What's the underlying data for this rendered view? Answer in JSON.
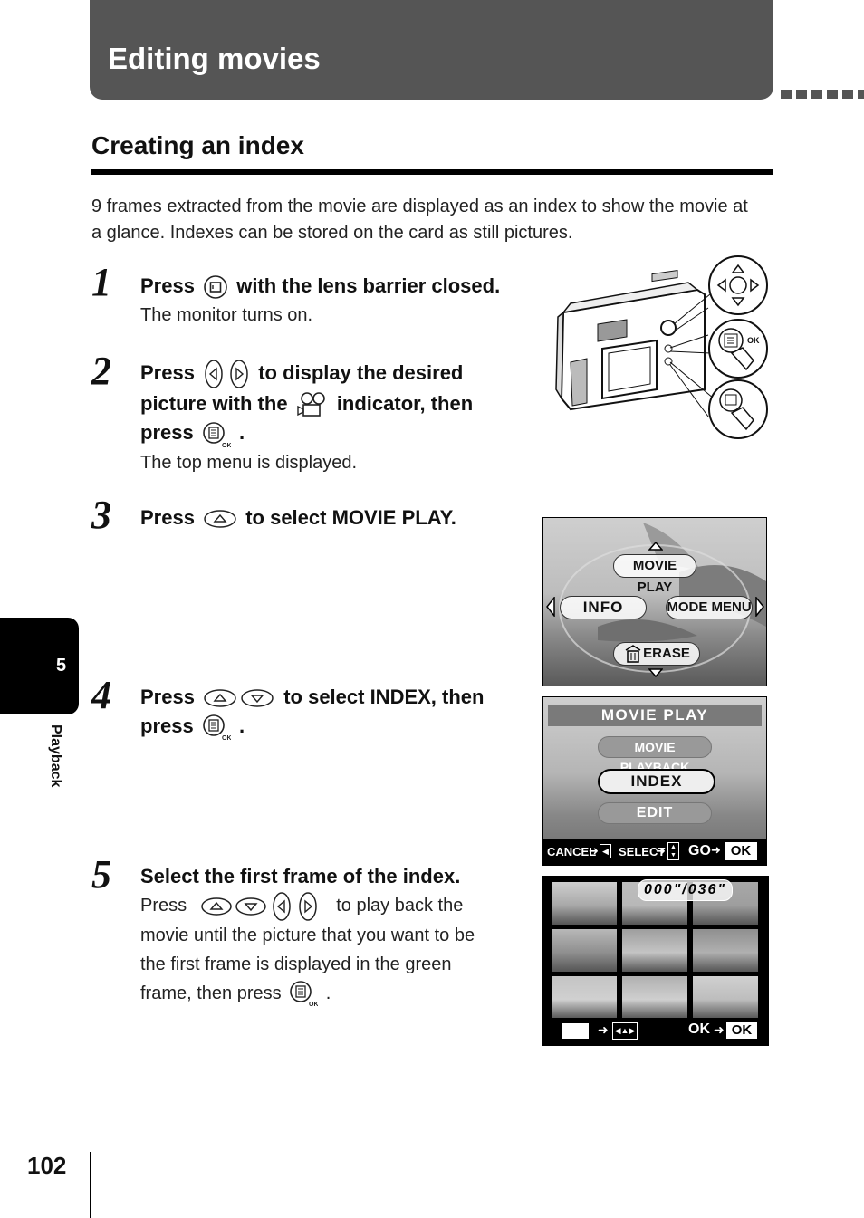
{
  "header": {
    "title": "Editing movies"
  },
  "section": {
    "title": "Creating an index",
    "intro": "9 frames extracted from the movie are displayed as an index to show the movie at a glance. Indexes can be stored on the card as still pictures."
  },
  "steps": [
    {
      "number": "1",
      "line1_a": "Press",
      "line1_b": "with the lens barrier closed.",
      "sub": "The monitor turns on."
    },
    {
      "number": "2",
      "line1_a": "Press",
      "line1_b": "to display the desired",
      "line2_a": "picture with the",
      "line2_b": "indicator, then",
      "line3_a": "press",
      "line3_b": ".",
      "sub": "The top menu is displayed."
    },
    {
      "number": "3",
      "line1_a": "Press",
      "line1_b": "to select MOVIE PLAY."
    },
    {
      "number": "4",
      "line1_a": "Press",
      "line1_b": "to select INDEX, then",
      "line2_a": "press",
      "line2_b": "."
    },
    {
      "number": "5",
      "title": "Select the first frame of the index.",
      "l1_a": "Press",
      "l1_b": "to play back the",
      "l2": "movie until the picture that you want to be",
      "l3": "the first frame is displayed in the green",
      "l4_a": "frame, then press",
      "l4_b": "."
    }
  ],
  "screen1": {
    "top": "MOVIE PLAY",
    "left": "INFO",
    "right": "MODE MENU",
    "bottom": "ERASE"
  },
  "screen2": {
    "title": "MOVIE  PLAY",
    "opt1": "MOVIE  PLAYBACK",
    "opt2": "INDEX",
    "opt3": "EDIT",
    "bar_cancel": "CANCEL",
    "bar_select": "SELECT",
    "bar_go": "GO",
    "bar_ok": "OK"
  },
  "screen3": {
    "counter": "000\"/036\"",
    "ok": "OK",
    "ok_btn": "OK"
  },
  "camera": {
    "ok_label": "OK"
  },
  "sidebar": {
    "chapter": "5",
    "label": "Playback"
  },
  "page": {
    "number": "102"
  }
}
